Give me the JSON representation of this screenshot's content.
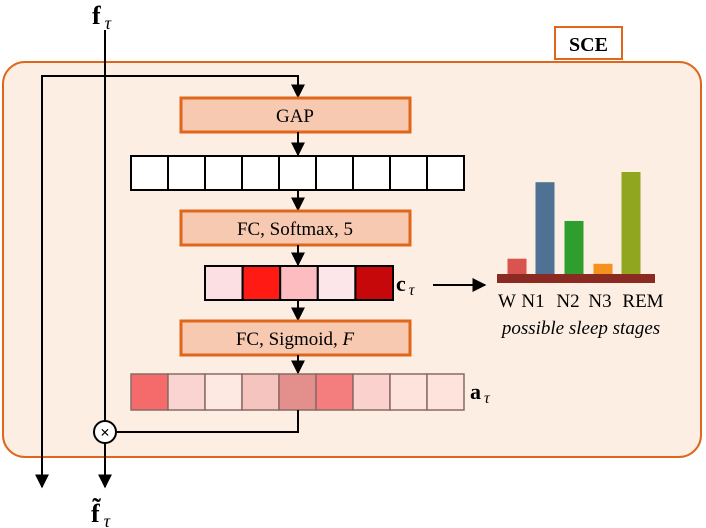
{
  "input_label": {
    "base": "f",
    "sub": "τ"
  },
  "output_label": {
    "base": "f̃",
    "sub": "τ"
  },
  "module_label": "SCE",
  "blocks": {
    "gap": "GAP",
    "fc_softmax": "FC, Softmax, 5",
    "fc_sigmoid_prefix": "FC, Sigmoid, ",
    "fc_sigmoid_var": "F"
  },
  "vectors": {
    "c_label": {
      "base": "c",
      "sub": "τ"
    },
    "a_label": {
      "base": "a",
      "sub": "τ"
    },
    "gap_cells": 9,
    "c_cells": [
      "#fbdfe3",
      "#ff1a14",
      "#fdbcbf",
      "#fde6ea",
      "#c6080a"
    ],
    "a_cells": [
      "#f56b6b",
      "#fad4d0",
      "#fde8e2",
      "#f6c4bf",
      "#e38f8c",
      "#f47d7d",
      "#fad1cd",
      "#fde3dc",
      "#fde3dc"
    ]
  },
  "multiply_symbol": "×",
  "chart_data": {
    "type": "bar",
    "categories": [
      "W",
      "N1",
      "N2",
      "N3",
      "REM"
    ],
    "values": [
      0.15,
      0.9,
      0.52,
      0.1,
      1.0
    ],
    "colors": [
      "#d9534f",
      "#4e7194",
      "#2e9e2e",
      "#f5921e",
      "#8fa61e"
    ],
    "caption": "possible sleep stages"
  },
  "colors": {
    "panel_fill": "#fceee3",
    "panel_stroke": "#e0661b",
    "block_fill": "#f6c9b0",
    "block_stroke": "#e0661b",
    "baseline": "#8b2a22"
  }
}
